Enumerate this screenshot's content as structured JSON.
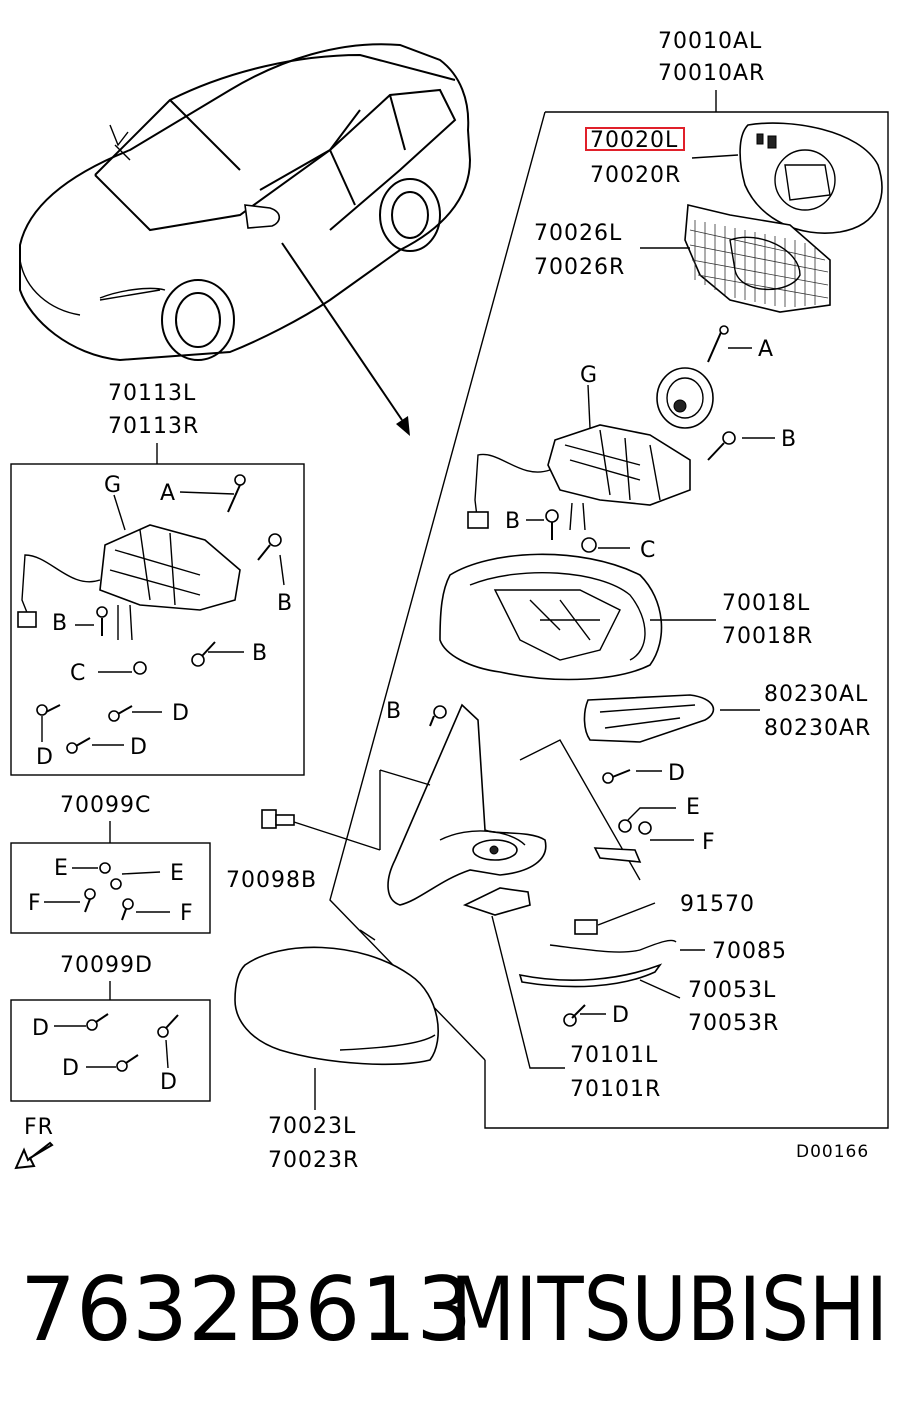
{
  "diagram": {
    "labels": {
      "assy_top": "70010AL",
      "assy_bottom": "70010AR",
      "glass_l": "70020L",
      "glass_r": "70020R",
      "holder_l": "70026L",
      "holder_r": "70026R",
      "motor_l": "70113L",
      "motor_r": "70113R",
      "housing_l": "70018L",
      "housing_r": "70018R",
      "lamp_l": "80230AL",
      "lamp_r": "80230AR",
      "screw_set_c": "70099C",
      "screw_set_d": "70099D",
      "bolt": "70098B",
      "sensor": "91570",
      "cover_strip": "70085",
      "lens_l": "70053L",
      "lens_r": "70053R",
      "bracket_l": "70101L",
      "bracket_r": "70101R",
      "cap_l": "70023L",
      "cap_r": "70023R",
      "front_marker": "FR",
      "drawing_code": "D00166"
    },
    "callouts": {
      "a": "A",
      "b": "B",
      "c": "C",
      "d": "D",
      "e": "E",
      "f": "F",
      "g": "G"
    },
    "highlight_color": "#e0202a"
  },
  "footer": {
    "part_number": "7632B613",
    "brand": "MITSUBISHI"
  }
}
